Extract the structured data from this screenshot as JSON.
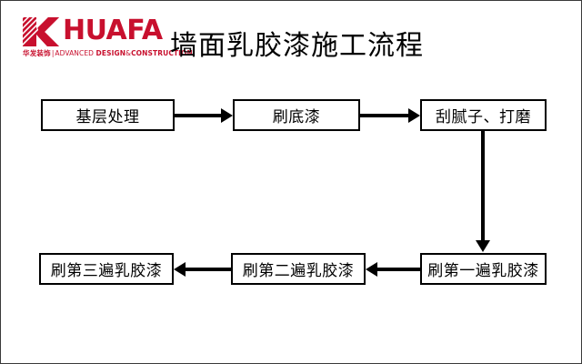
{
  "logo": {
    "mark": "huafa-k-mark",
    "wordmark": "HUAFA",
    "subtitle_cn": "华发装饰",
    "subtitle_sep": "|",
    "subtitle_en_1": "ADVANCED",
    "subtitle_en_2": "DESIGN",
    "subtitle_en_3": "&",
    "subtitle_en_4": "CONSTRUCTION",
    "color": "#C8102E"
  },
  "title": "墙面乳胶漆施工流程",
  "flowchart": {
    "type": "process-flow",
    "node_border_color": "#000000",
    "connector_color": "#000000",
    "nodes": [
      {
        "id": "n1",
        "label": "基层处理"
      },
      {
        "id": "n2",
        "label": "刷底漆"
      },
      {
        "id": "n3",
        "label": "刮腻子、打磨"
      },
      {
        "id": "n4",
        "label": "刷第一遍乳胶漆"
      },
      {
        "id": "n5",
        "label": "刷第二遍乳胶漆"
      },
      {
        "id": "n6",
        "label": "刷第三遍乳胶漆"
      }
    ],
    "edges": [
      {
        "from": "n1",
        "to": "n2",
        "direction": "right"
      },
      {
        "from": "n2",
        "to": "n3",
        "direction": "right"
      },
      {
        "from": "n3",
        "to": "n4",
        "direction": "down"
      },
      {
        "from": "n4",
        "to": "n5",
        "direction": "left"
      },
      {
        "from": "n5",
        "to": "n6",
        "direction": "left"
      }
    ]
  }
}
